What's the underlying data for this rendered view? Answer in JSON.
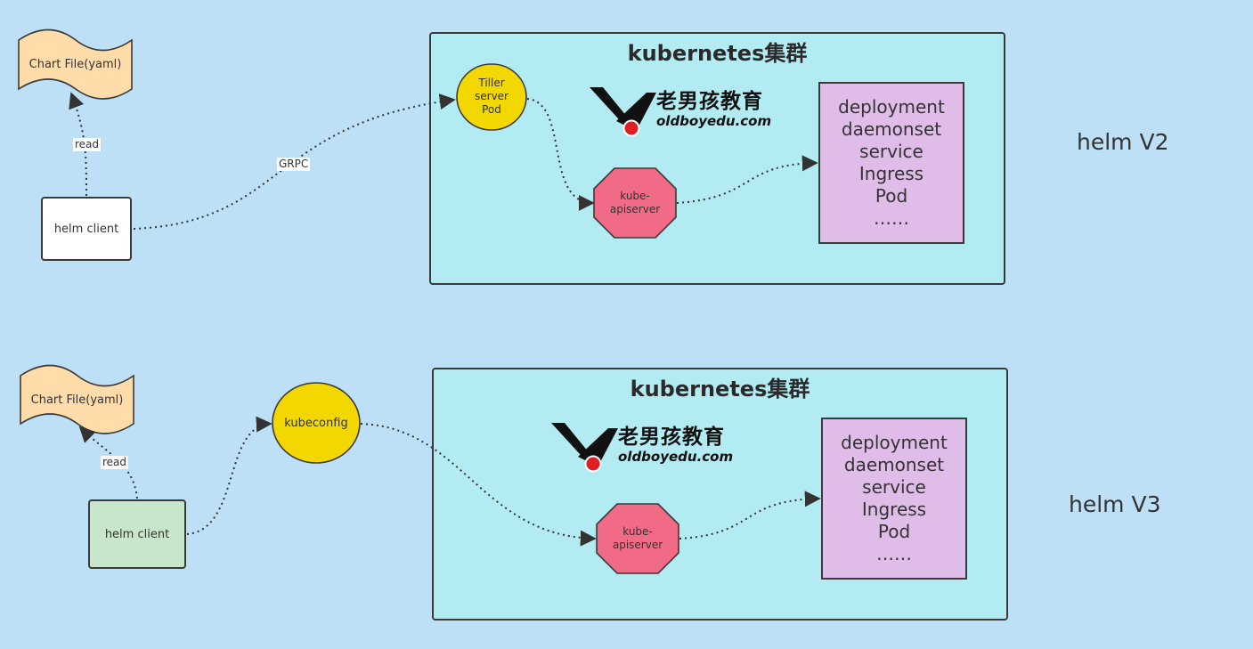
{
  "v2": {
    "chart_file": "Chart File(yaml)",
    "read_label": "read",
    "helm_client": "helm client",
    "grpc_label": "GRPC",
    "cluster_title": "kubernetes集群",
    "tiller": [
      "Tiller",
      "server",
      "Pod"
    ],
    "apiserver": [
      "kube-",
      "apiserver"
    ],
    "resources": [
      "deployment",
      "daemonset",
      "service",
      "Ingress",
      "Pod",
      "……"
    ],
    "version_label": "helm V2"
  },
  "v3": {
    "chart_file": "Chart File(yaml)",
    "read_label": "read",
    "helm_client": "helm client",
    "kubeconfig": "kubeconfig",
    "cluster_title": "kubernetes集群",
    "apiserver": [
      "kube-",
      "apiserver"
    ],
    "resources": [
      "deployment",
      "daemonset",
      "service",
      "Ingress",
      "Pod",
      "……"
    ],
    "version_label": "helm V3"
  },
  "logo": {
    "cn": "老男孩教育",
    "en": "oldboyedu.com",
    "icon": "oldboy-logo-icon"
  },
  "colors": {
    "background": "#bde0f7",
    "cluster": "#b3ebf2",
    "chart_file": "#ffdcaa",
    "tiller": "#f2d800",
    "apiserver": "#f26b86",
    "resources": "#e0bde8",
    "client_v3": "#c8e6c9"
  }
}
